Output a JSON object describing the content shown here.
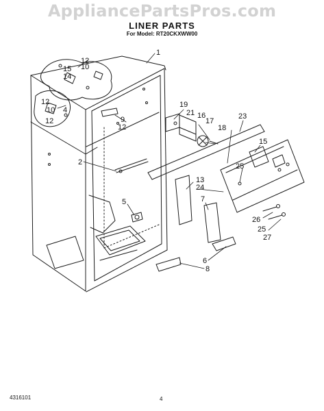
{
  "watermark": "AppliancePartsPros.com",
  "title": "LINER PARTS",
  "model_line": "For Model: RT20CKXWW00",
  "callouts": [
    "1",
    "12",
    "10",
    "15",
    "14",
    "12",
    "10",
    "12",
    "19",
    "21",
    "16",
    "17",
    "18",
    "23",
    "9",
    "12",
    "15",
    "2",
    "13",
    "24",
    "25",
    "5",
    "7",
    "26",
    "25",
    "27",
    "6",
    "8",
    "4"
  ],
  "footer": {
    "code": "4316101",
    "page": "4"
  },
  "colors": {
    "line": "#1a1a1a",
    "watermark": "#d2d2d2"
  }
}
